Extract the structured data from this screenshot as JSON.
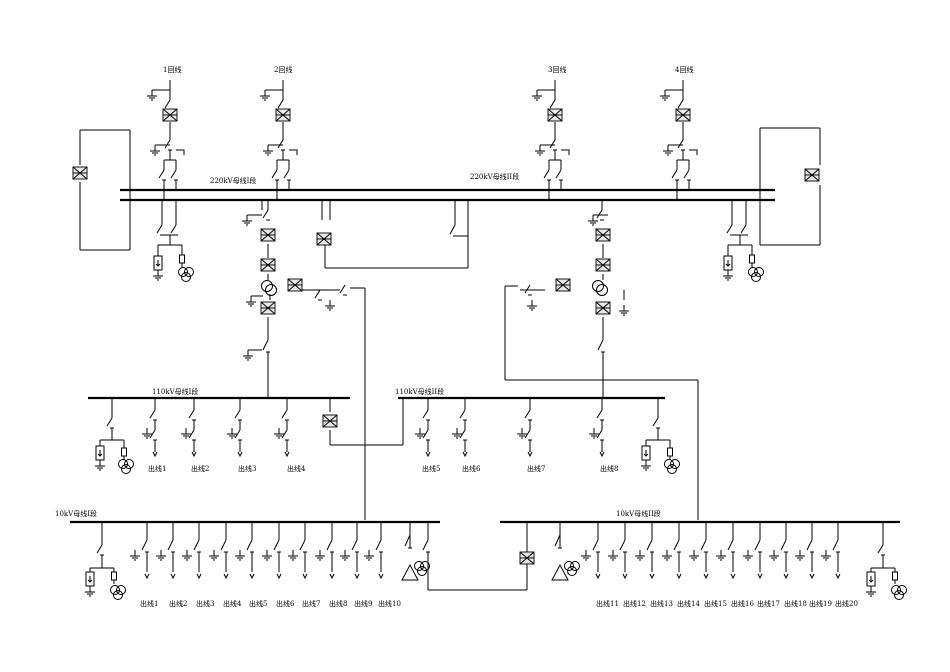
{
  "buses": {
    "b220_1": "220kV母线I段",
    "b220_2": "220kV母线II段",
    "b110_1": "110kV母线I段",
    "b110_2": "110kV母线II段",
    "b10_1": "10kV母线I段",
    "b10_2": "10kV母线II段"
  },
  "incoming_lines": [
    "1回线",
    "2回线",
    "3回线",
    "4回线"
  ],
  "feeders_110": [
    "出线1",
    "出线2",
    "出线3",
    "出线4",
    "出线5",
    "出线6",
    "出线7",
    "出线8"
  ],
  "feeders_10": [
    "出线1",
    "出线2",
    "出线3",
    "出线4",
    "出线5",
    "出线6",
    "出线7",
    "出线8",
    "出线9",
    "出线10",
    "出线11",
    "出线12",
    "出线13",
    "出线14",
    "出线15",
    "出线16",
    "出线17",
    "出线18",
    "出线19",
    "出线20"
  ]
}
